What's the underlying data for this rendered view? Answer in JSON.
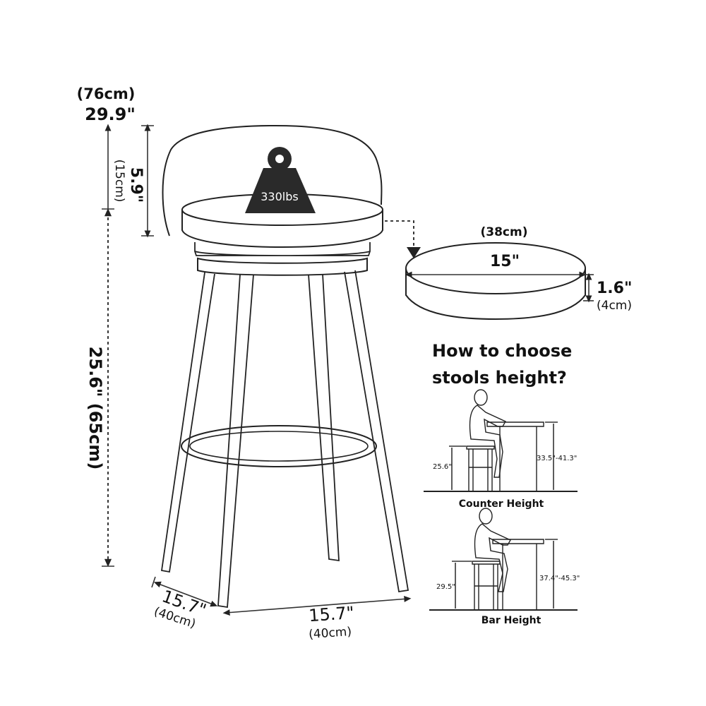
{
  "dimensions": {
    "total_height_in": "29.9\"",
    "total_height_cm": "(76cm)",
    "back_height_in": "5.9\"",
    "back_height_cm": "(15cm)",
    "seat_height": "25.6\" (65cm)",
    "depth_in": "15.7\"",
    "depth_cm": "(40cm)",
    "width_in": "15.7\"",
    "width_cm": "(40cm)"
  },
  "weight_badge": {
    "text": "330lbs"
  },
  "seat_detail": {
    "diameter_cm": "(38cm)",
    "diameter_in": "15\"",
    "thickness_in": "1.6\"",
    "thickness_cm": "(4cm)"
  },
  "guide": {
    "heading_line1": "How to choose",
    "heading_line2": "stools height?",
    "counter": {
      "seat": "25.6\"",
      "table": "33.5\"-41.3\"",
      "caption": "Counter Height"
    },
    "bar": {
      "seat": "29.5\"",
      "table": "37.4\"-45.3\"",
      "caption": "Bar Height"
    }
  }
}
